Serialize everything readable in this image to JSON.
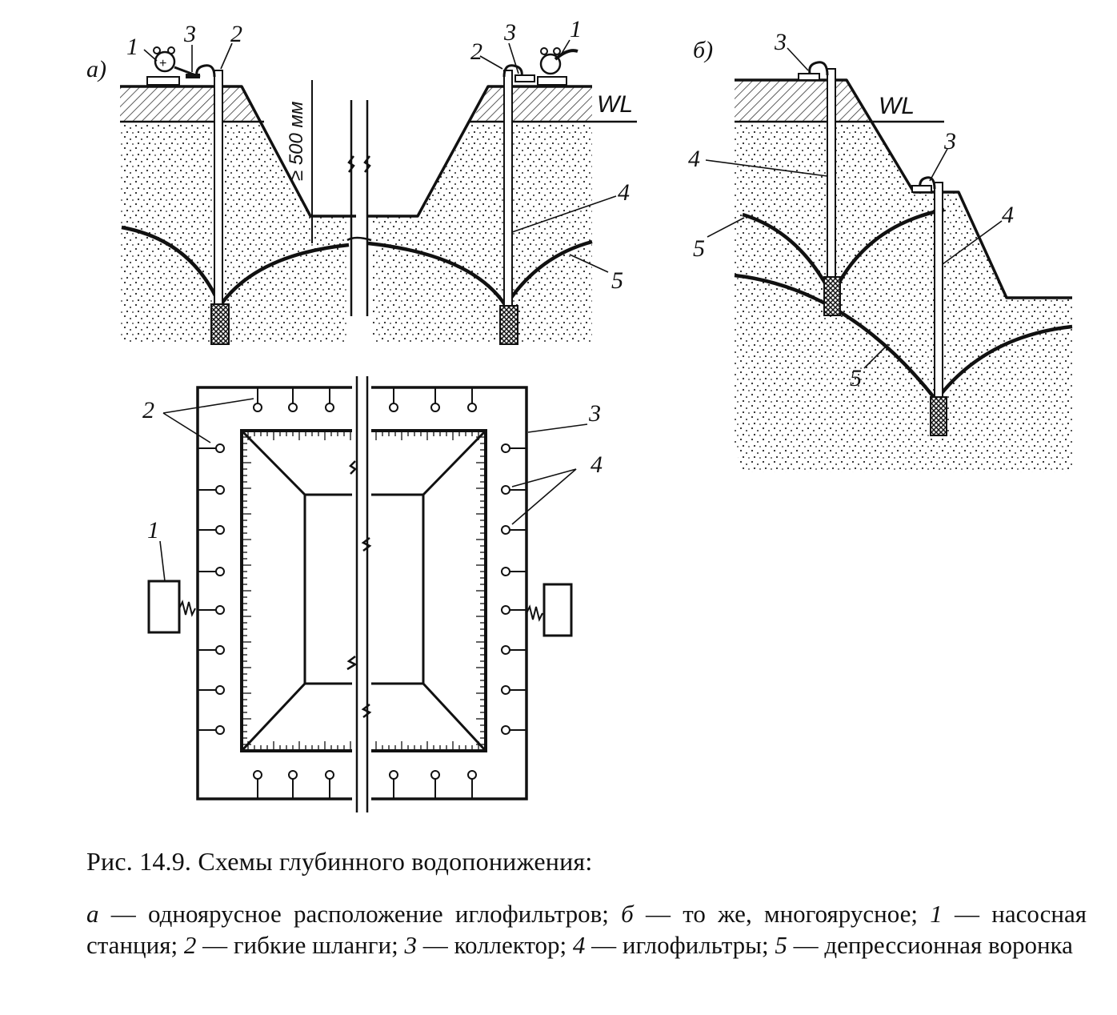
{
  "figure": {
    "panel_a_label": "а)",
    "panel_b_label": "б)",
    "water_level_label": "WL",
    "depth_annotation": "≥ 500 мм",
    "callouts": {
      "pump_station": "1",
      "flexible_hoses": "2",
      "collector": "3",
      "wellpoints": "4",
      "depression_funnel": "5"
    }
  },
  "caption": {
    "title": "Рис. 14.9. Схемы глубинного водопонижения:",
    "label_a": "а",
    "text_a": "одноярусное расположение иглофильтров;",
    "label_b": "б",
    "text_b": "то же, многоярусное;",
    "label_1": "1",
    "text_1": "насосная станция;",
    "label_2": "2",
    "text_2": "гибкие шланги;",
    "label_3": "3",
    "text_3": "коллектор;",
    "label_4": "4",
    "text_4": "иглофильтры;",
    "label_5": "5",
    "text_5": "депрессионная воронка",
    "dash": "—"
  }
}
